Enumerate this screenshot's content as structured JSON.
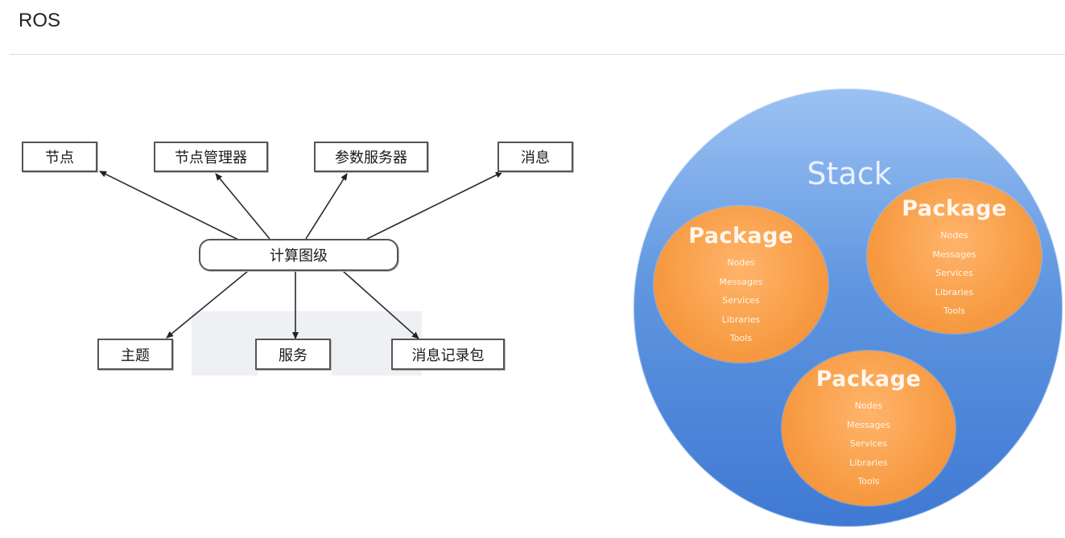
{
  "page": {
    "title": "ROS"
  },
  "graph": {
    "center": "计算图级",
    "top_nodes": [
      {
        "id": "node-jiedian",
        "label": "节点"
      },
      {
        "id": "node-manager",
        "label": "节点管理器"
      },
      {
        "id": "node-param-server",
        "label": "参数服务器"
      },
      {
        "id": "node-message",
        "label": "消息"
      }
    ],
    "bottom_nodes": [
      {
        "id": "node-topic",
        "label": "主题"
      },
      {
        "id": "node-service",
        "label": "服务"
      },
      {
        "id": "node-bag",
        "label": "消息记录包"
      }
    ]
  },
  "stack": {
    "label": "Stack",
    "packages": [
      {
        "title": "Package",
        "items": [
          "Nodes",
          "Messages",
          "Services",
          "Libraries",
          "Tools"
        ]
      },
      {
        "title": "Package",
        "items": [
          "Nodes",
          "Messages",
          "Services",
          "Libraries",
          "Tools"
        ]
      },
      {
        "title": "Package",
        "items": [
          "Nodes",
          "Messages",
          "Services",
          "Libraries",
          "Tools"
        ]
      }
    ]
  },
  "colors": {
    "stack_blue": "#5f96e0",
    "package_orange": "#f79c44",
    "box_border": "#555555"
  }
}
